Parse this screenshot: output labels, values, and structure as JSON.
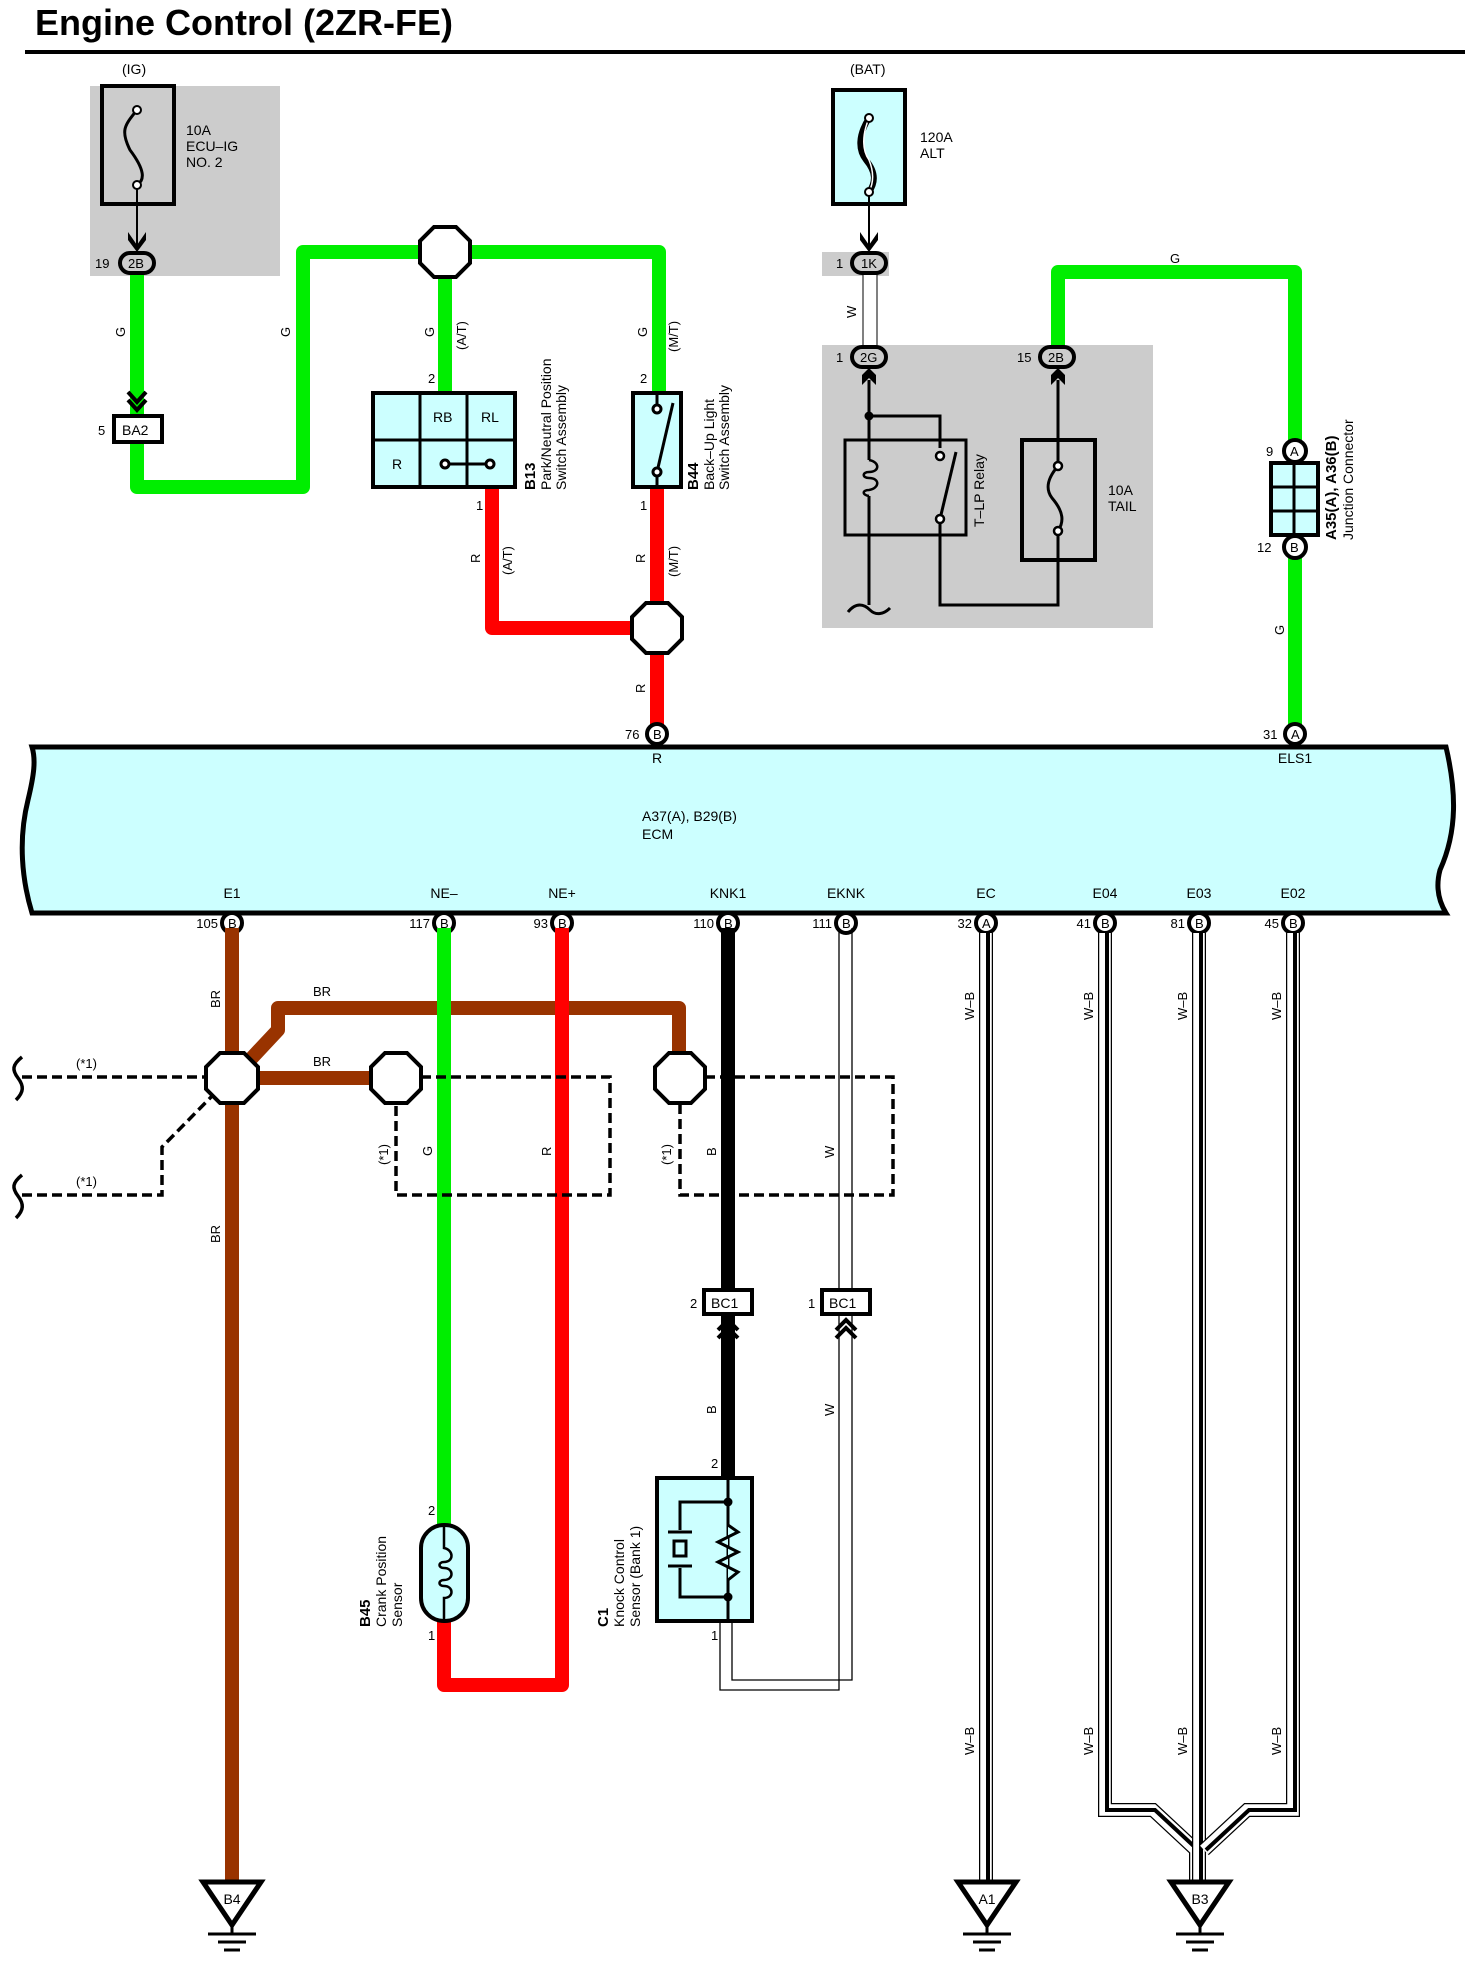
{
  "title": "Engine Control (2ZR-FE)",
  "colors": {
    "green": "#00ee00",
    "red": "#ff0000",
    "brown": "#993300",
    "black": "#000000",
    "component_fill": "#ccffff",
    "gray_box": "#cccccc"
  },
  "power": {
    "ig": {
      "source": "(IG)",
      "fuse_rating": "10A",
      "fuse_name_1": "ECU–IG",
      "fuse_name_2": "NO. 2",
      "connector": "2B",
      "pin": "19"
    },
    "bat": {
      "source": "(BAT)",
      "fuse_rating": "120A",
      "fuse_name": "ALT",
      "connector": "1K",
      "pin": "1"
    }
  },
  "connectors": {
    "ba2": {
      "name": "BA2",
      "pin": "5"
    },
    "bc1_knk": {
      "name": "BC1",
      "pin": "2"
    },
    "bc1_eknk": {
      "name": "BC1",
      "pin": "1"
    },
    "relay_in": {
      "name": "2G",
      "pin": "1"
    },
    "tail_out": {
      "name": "2B",
      "pin": "15"
    },
    "jc_a": {
      "name": "A",
      "pin": "9"
    },
    "jc_b": {
      "name": "B",
      "pin": "12"
    }
  },
  "components": {
    "b13": {
      "id": "B13",
      "name_1": "Park/Neutral Position",
      "name_2": "Switch Assembly",
      "cells": [
        "RB",
        "RL",
        "R"
      ],
      "pin_top": "2",
      "pin_bottom": "1"
    },
    "b44": {
      "id": "B44",
      "name_1": "Back–Up Light",
      "name_2": "Switch Assembly",
      "pin_top": "2",
      "pin_bottom": "1"
    },
    "relay": {
      "name": "T–LP Relay"
    },
    "tail_fuse": {
      "rating": "10A",
      "name": "TAIL"
    },
    "junction": {
      "id": "A35(A), A36(B)",
      "name": "Junction Connector"
    },
    "ecm": {
      "id": "A37(A), B29(B)",
      "name": "ECM"
    },
    "b45": {
      "id": "B45",
      "name_1": "Crank Position",
      "name_2": "Sensor",
      "pin_top": "2",
      "pin_bottom": "1"
    },
    "c1": {
      "id": "C1",
      "name_1": "Knock Control",
      "name_2": "Sensor (Bank 1)",
      "pin_top": "2",
      "pin_bottom": "1"
    }
  },
  "ecm_pins_top": [
    {
      "terminal": "R",
      "pin": "76",
      "conn": "B"
    },
    {
      "terminal": "ELS1",
      "pin": "31",
      "conn": "A"
    }
  ],
  "ecm_pins_bottom": [
    {
      "terminal": "E1",
      "pin": "105",
      "conn": "B"
    },
    {
      "terminal": "NE–",
      "pin": "117",
      "conn": "B"
    },
    {
      "terminal": "NE+",
      "pin": "93",
      "conn": "B"
    },
    {
      "terminal": "KNK1",
      "pin": "110",
      "conn": "B"
    },
    {
      "terminal": "EKNK",
      "pin": "111",
      "conn": "B"
    },
    {
      "terminal": "EC",
      "pin": "32",
      "conn": "A"
    },
    {
      "terminal": "E04",
      "pin": "41",
      "conn": "B"
    },
    {
      "terminal": "E03",
      "pin": "81",
      "conn": "B"
    },
    {
      "terminal": "E02",
      "pin": "45",
      "conn": "B"
    }
  ],
  "wire_colors": {
    "g": "G",
    "r": "R",
    "w": "W",
    "b": "B",
    "br": "BR",
    "wb": "W–B"
  },
  "notes": {
    "at": "(A/T)",
    "mt": "(M/T)",
    "shield": "(*1)"
  },
  "grounds": [
    "B4",
    "A1",
    "B3"
  ]
}
